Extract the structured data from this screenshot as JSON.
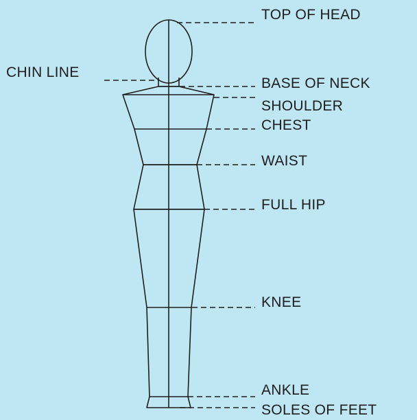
{
  "labels": {
    "top_of_head": "TOP OF HEAD",
    "chin_line": "CHIN LINE",
    "base_of_neck": "BASE OF NECK",
    "shoulder": "SHOULDER",
    "chest": "CHEST",
    "waist": "WAIST",
    "full_hip": "FULL HIP",
    "knee": "KNEE",
    "ankle": "ANKLE",
    "soles_of_feet": "SOLES OF FEET"
  },
  "colors": {
    "background": "#bfe6f3",
    "ink": "#1e1e1e"
  }
}
